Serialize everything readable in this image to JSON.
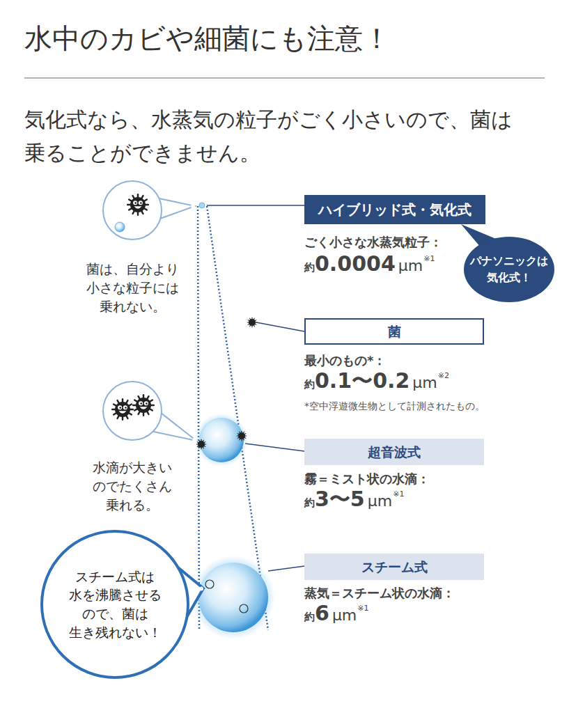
{
  "diagram": {
    "title": "水中のカビや細菌にも注意！",
    "nodes": [
      {
        "text": [
          "ハイブリッド式・気化式"
        ]
      },
      {
        "text": [
          "パナソニックは 気化式！"
        ]
      },
      {
        "text": [
          "菌"
        ]
      },
      {
        "text": [
          "超音波式"
        ]
      },
      {
        "text": [
          "スチーム式"
        ]
      },
      {
        "text": [
          "スチーム式は 水を沸騰させる ので、菌は 生き残れない！"
        ]
      }
    ],
    "labels": [
      "気化式なら、水蒸気の粒子がごく小さいので、菌は 乗ることができません。",
      "菌は、自分より 小さな粒子には 乗れない。",
      "ごく小さな水蒸気粒子：",
      "約",
      "0.0004",
      "μm",
      "※1",
      "最小のもの*：",
      "約",
      "0.1〜0.2",
      "μm",
      "※2",
      "*空中浮遊微生物として計測されたもの。",
      "水滴が大きい のでたくさん 乗れる。",
      "霧＝ミスト状の水滴：",
      "約",
      "3〜5",
      "μm",
      "※1",
      "蒸気＝スチーム状の水滴：",
      "約",
      "6",
      "μm",
      "※1"
    ]
  }
}
